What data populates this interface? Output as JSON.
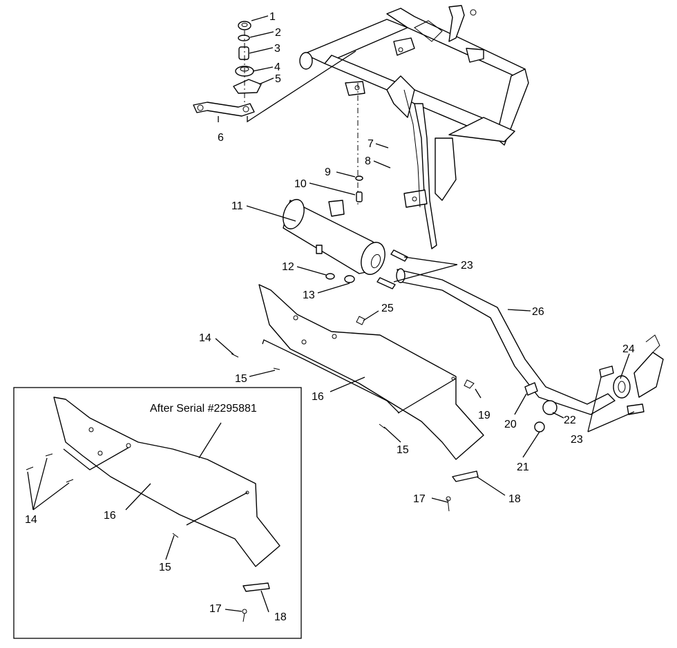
{
  "diagram": {
    "inset_title": "After Serial #2295881",
    "callouts": {
      "c1": "1",
      "c2": "2",
      "c3": "3",
      "c4": "4",
      "c5": "5",
      "c6": "6",
      "c7": "7",
      "c8": "8",
      "c9": "9",
      "c10": "10",
      "c11": "11",
      "c12": "12",
      "c13": "13",
      "c14": "14",
      "c15a": "15",
      "c15b": "15",
      "c16": "16",
      "c17": "17",
      "c18": "18",
      "c19": "19",
      "c20": "20",
      "c21": "21",
      "c22": "22",
      "c23a": "23",
      "c23b": "23",
      "c24": "24",
      "c25": "25",
      "c26": "26",
      "i14": "14",
      "i15": "15",
      "i16": "16",
      "i17": "17",
      "i18": "18"
    }
  }
}
